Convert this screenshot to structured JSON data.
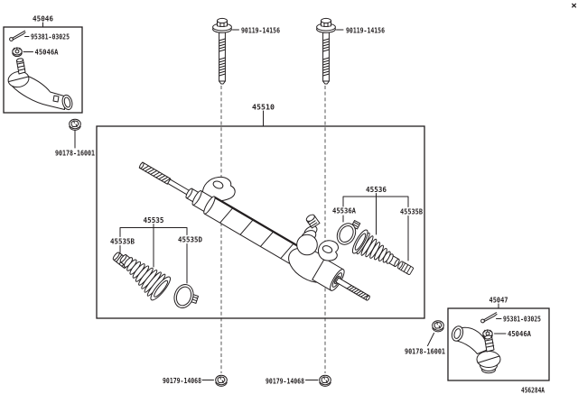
{
  "diagram": {
    "code": "456284A",
    "close_mark": "×",
    "colors": {
      "ink": "#231f20",
      "background": "#ffffff",
      "dashed_line": "#454545"
    },
    "callouts": {
      "tie_rod_left": {
        "assembly": "45046",
        "cotter_pin": "95381-03025",
        "castle_nut": "45046A",
        "lock_nut": "90178-16001"
      },
      "gear": {
        "assembly": "45510"
      },
      "bolts": {
        "left": "90119-14156",
        "right": "90119-14156"
      },
      "rack_nuts": {
        "left": "90179-14068",
        "right": "90179-14068"
      },
      "boot_left": {
        "group": "45535",
        "clamp_small": "45535B",
        "clamp_large": "45535D"
      },
      "boot_right": {
        "group": "45536",
        "clamp_large": "45536A",
        "clamp_small": "45535B"
      },
      "tie_rod_right": {
        "assembly": "45047",
        "cotter_pin": "95381-03025",
        "castle_nut": "45046A",
        "lock_nut": "90178-16001"
      }
    }
  }
}
